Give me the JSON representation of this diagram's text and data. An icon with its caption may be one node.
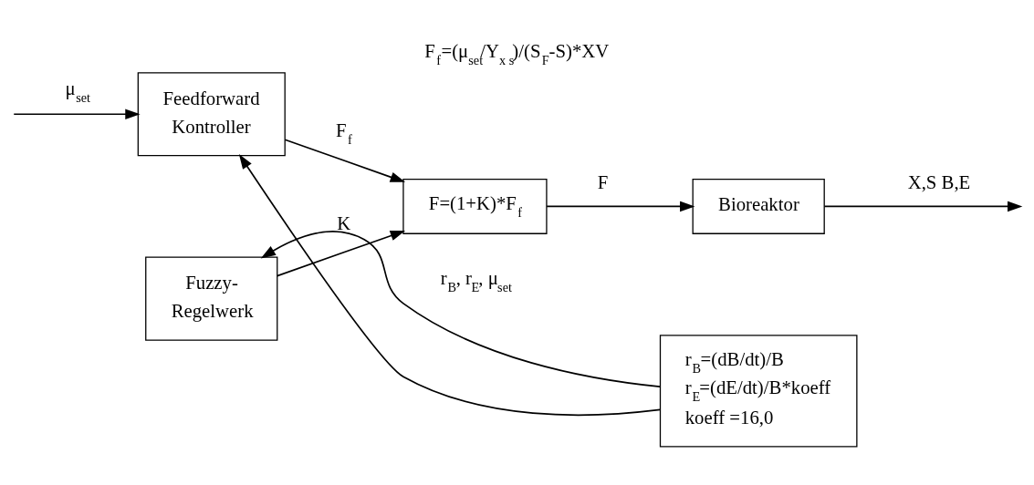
{
  "diagram": {
    "title": "F$_{f}$=(μ$_{set}$/Y$_{x s}$)/(S$_{F}$-S)*XV",
    "nodes": [
      {
        "text": [
          "Feedforward",
          "Kontroller"
        ]
      },
      {
        "text": [
          "F=(1+K)*F$_{f}$"
        ]
      },
      {
        "text": [
          "Bioreaktor"
        ]
      },
      {
        "text": [
          "Fuzzy-",
          "Regelwerk"
        ]
      },
      {
        "text": [
          "r$_{B}$=(dB/dt)/B",
          "r$_{E}$=(dE/dt)/B*koeff",
          "koeff =16,0"
        ]
      }
    ],
    "edges": [
      {
        "from": null,
        "to": 0,
        "arrow": "to",
        "label": "μ$_{set}$"
      },
      {
        "from": 0,
        "to": 1,
        "arrow": "to",
        "label": "F$_{f}$"
      },
      {
        "from": 3,
        "to": 1,
        "arrow": "to",
        "label": "K"
      },
      {
        "from": 1,
        "to": 2,
        "arrow": "to",
        "label": "F"
      },
      {
        "from": 2,
        "to": null,
        "arrow": "to",
        "label": "X,S B,E"
      },
      {
        "from": 4,
        "to": 0,
        "arrow": "to"
      },
      {
        "from": 4,
        "to": 3,
        "arrow": "to",
        "label": "r$_{B}$, r$_{E}$, μ$_{set}$"
      }
    ]
  }
}
